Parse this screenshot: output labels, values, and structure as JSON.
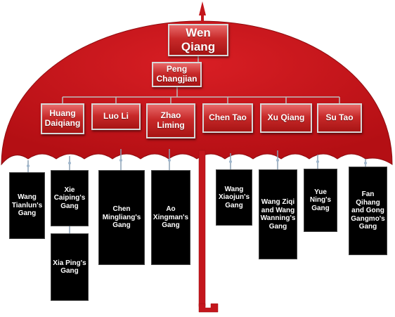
{
  "leaders": {
    "top": "Wen Qiang",
    "second": "Peng Changjian",
    "tier3": [
      "Huang Daiqiang",
      "Luo Li",
      "Zhao Liming",
      "Chen Tao",
      "Xu Qiang",
      "Su Tao"
    ]
  },
  "gangs": [
    "Wang Tianlun's Gang",
    "Xie Caiping's Gang",
    "Xia Ping's Gang",
    "Chen Mingliang's Gang",
    "Ao Xingman's Gang",
    "Wang Xiaojun's Gang",
    "Wang Ziqi and Wang Wanning's Gang",
    "Yue Ning's Gang",
    "Fan Qihang and Gong Gangmo's Gang"
  ],
  "colors": {
    "umbrella": "#c4161c",
    "node_border": "#d8d8d8",
    "gang_box": "#000000",
    "connector": "#bdbdbd"
  }
}
